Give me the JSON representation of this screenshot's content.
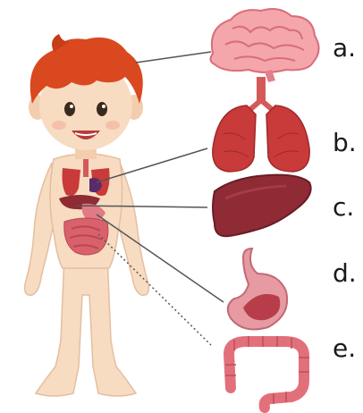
{
  "labels": [
    {
      "letter": "a.",
      "organ": "brain-icon"
    },
    {
      "letter": "b.",
      "organ": "lungs-icon"
    },
    {
      "letter": "c.",
      "organ": "liver-icon"
    },
    {
      "letter": "d.",
      "organ": "stomach-icon"
    },
    {
      "letter": "e.",
      "organ": "large-intestine-icon"
    }
  ],
  "colors": {
    "skin": "#f7dcc2",
    "hair": "#d9481e",
    "organ_red": "#c93a3a",
    "brain_pink": "#f4a6aa",
    "liver": "#8e2b34",
    "stomach": "#e79aa2",
    "line": "#555555"
  }
}
